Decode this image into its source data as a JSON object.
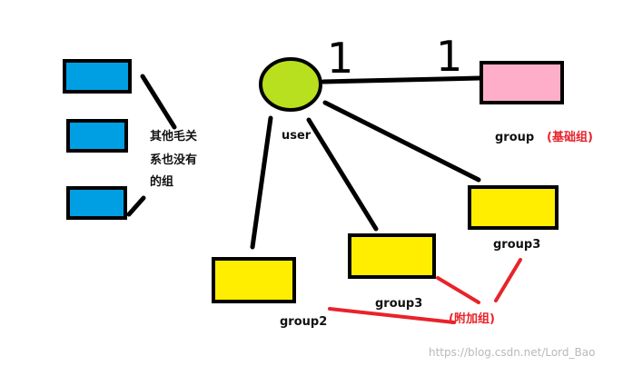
{
  "nodes": {
    "user": {
      "label": "user",
      "fill": "#b8e01e"
    },
    "group_base": {
      "label": "group",
      "tag": "(基础组)",
      "fill": "#ffaec9"
    },
    "group3_right": {
      "label": "group3",
      "fill": "#ffee00"
    },
    "group3_mid": {
      "label": "group3",
      "fill": "#ffee00"
    },
    "group2": {
      "label": "group2",
      "fill": "#ffee00"
    },
    "others": {
      "lines": [
        "其他毛关",
        "系也没有",
        "的组"
      ],
      "fill": "#009fe3"
    }
  },
  "cardinality": {
    "left": "1",
    "right": "1"
  },
  "supplementary_label": "(附加组)",
  "watermark": "https://blog.csdn.net/Lord_Bao",
  "colors": {
    "stroke": "#000000",
    "accent_red": "#e8232a"
  }
}
